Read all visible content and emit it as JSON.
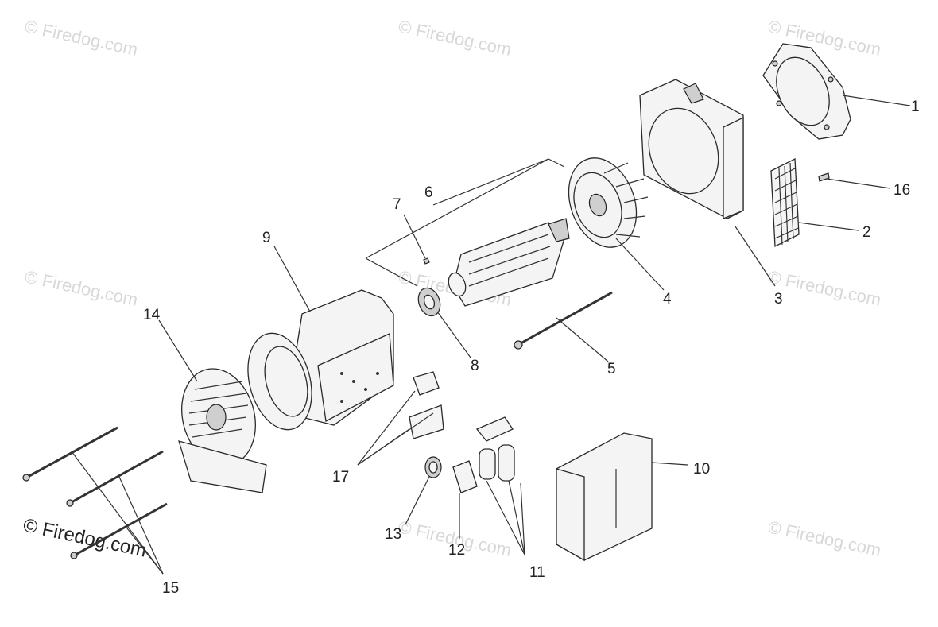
{
  "watermark": {
    "text": "© Firedog.com"
  },
  "labels": {
    "p1": "1",
    "p2": "2",
    "p3": "3",
    "p4": "4",
    "p5": "5",
    "p6": "6",
    "p7": "7",
    "p8": "8",
    "p9": "9",
    "p10": "10",
    "p11": "11",
    "p12": "12",
    "p13": "13",
    "p14": "14",
    "p15": "15",
    "p16": "16",
    "p17": "17"
  }
}
